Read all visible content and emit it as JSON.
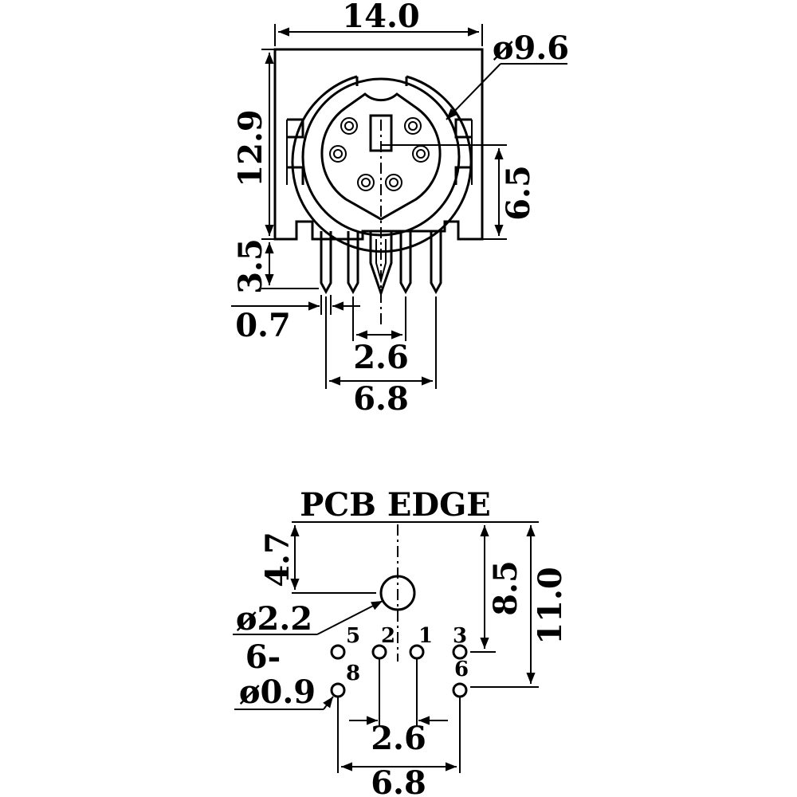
{
  "front_view": {
    "width": "14.0",
    "circle_diameter": "ø9.6",
    "height": "12.9",
    "center_height": "6.5",
    "pin_length": "3.5",
    "pin_width": "0.7",
    "pin_pitch": "2.6",
    "outer_pin_span": "6.8"
  },
  "footprint": {
    "edge_label": "PCB  EDGE",
    "hole_offset": "4.7",
    "row1_offset": "8.5",
    "row2_offset": "11.0",
    "big_hole_diameter": "ø2.2",
    "hole_count": "6-",
    "small_hole_diameter": "ø0.9",
    "pin_pitch": "2.6",
    "outer_pin_span": "6.8",
    "pins": {
      "p1": "1",
      "p2": "2",
      "p3": "3",
      "p5": "5",
      "p6": "6",
      "p8": "8"
    }
  }
}
